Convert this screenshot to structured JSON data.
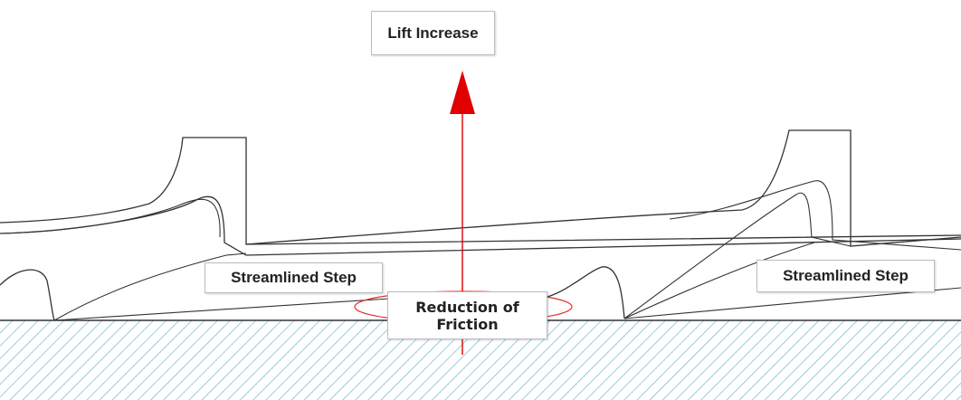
{
  "labels": {
    "lift_increase": "Lift Increase",
    "streamlined_step_left": "Streamlined Step",
    "streamlined_step_right": "Streamlined Step",
    "reduction_of_friction_line1": "Reduction of",
    "reduction_of_friction_line2": "Friction"
  },
  "colors": {
    "outline": "#333333",
    "arrow": "#e00000",
    "hatch": "#5fb8bf",
    "ellipse": "#e03030"
  }
}
